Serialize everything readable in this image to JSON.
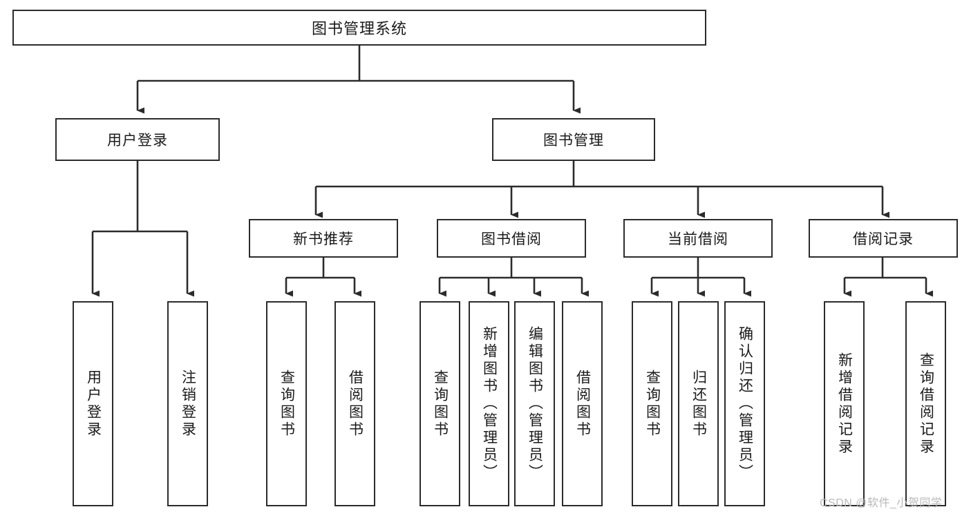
{
  "diagram": {
    "type": "tree-hierarchy-diagram",
    "title": "图书管理系统",
    "colors": {
      "box_border": "#2b2b2b",
      "box_fill": "#ffffff",
      "connector": "#2b2b2b",
      "text": "#1a1a1a",
      "watermark": "#b9b9b9"
    },
    "root": {
      "label": "图书管理系统"
    },
    "level1": [
      {
        "label": "用户登录"
      },
      {
        "label": "图书管理"
      }
    ],
    "level2": [
      {
        "label": "新书推荐"
      },
      {
        "label": "图书借阅"
      },
      {
        "label": "当前借阅"
      },
      {
        "label": "借阅记录"
      }
    ],
    "leaves": {
      "user_login": [
        {
          "label": "用户登录"
        },
        {
          "label": "注销登录"
        }
      ],
      "new_book_recommend": [
        {
          "label": "查询图书"
        },
        {
          "label": "借阅图书"
        }
      ],
      "book_borrow": [
        {
          "label": "查询图书"
        },
        {
          "label": "新增图书（管理员）"
        },
        {
          "label": "编辑图书（管理员）"
        },
        {
          "label": "借阅图书"
        }
      ],
      "current_borrow": [
        {
          "label": "查询图书"
        },
        {
          "label": "归还图书"
        },
        {
          "label": "确认归还（管理员）"
        }
      ],
      "borrow_record": [
        {
          "label": "新增借阅记录"
        },
        {
          "label": "查询借阅记录"
        }
      ]
    },
    "watermark": "CSDN @软件_小贺同学"
  }
}
